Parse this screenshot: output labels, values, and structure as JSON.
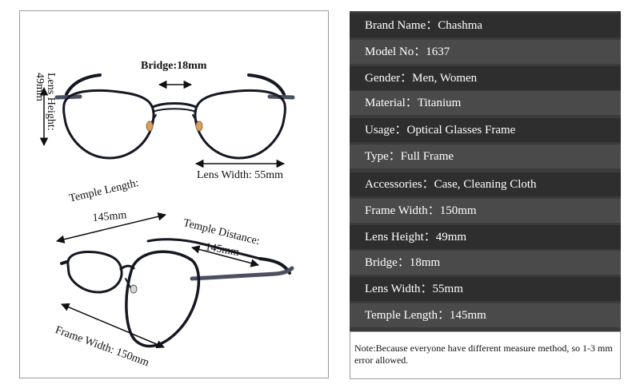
{
  "dimensions": {
    "bridge": "Bridge:18mm",
    "lens_height": "Lens Height:",
    "lens_height_value": "49mm",
    "lens_width": "Lens Width: 55mm",
    "temple_length": "Temple Length:",
    "temple_length_value": "145mm",
    "temple_distance": "Temple Distance:",
    "temple_distance_value": "145mm",
    "frame_width": "Frame Width:  150mm"
  },
  "specs": [
    {
      "label": "Brand Name：",
      "value": "Chashma"
    },
    {
      "label": "Model No：",
      "value": "1637"
    },
    {
      "label": "Gender：",
      "value": "Men, Women"
    },
    {
      "label": "Material：",
      "value": "Titanium"
    },
    {
      "label": "Usage：",
      "value": "Optical Glasses Frame"
    },
    {
      "label": "Type：",
      "value": "Full Frame"
    },
    {
      "label": "Accessories：",
      "value": "Case, Cleaning Cloth"
    },
    {
      "label": "Frame Width：",
      "value": "150mm"
    },
    {
      "label": "Lens Height：",
      "value": "49mm"
    },
    {
      "label": "Bridge：",
      "value": "18mm"
    },
    {
      "label": "Lens Width：",
      "value": "55mm"
    },
    {
      "label": "Temple Length：",
      "value": "145mm"
    }
  ],
  "note": "Note:Because everyone have different measure method, so 1-3 mm error allowed.",
  "colors": {
    "frame": "#151822",
    "row_dark": "#2e2e2e",
    "row_light": "#4a4a4a",
    "text": "#ffffff"
  }
}
